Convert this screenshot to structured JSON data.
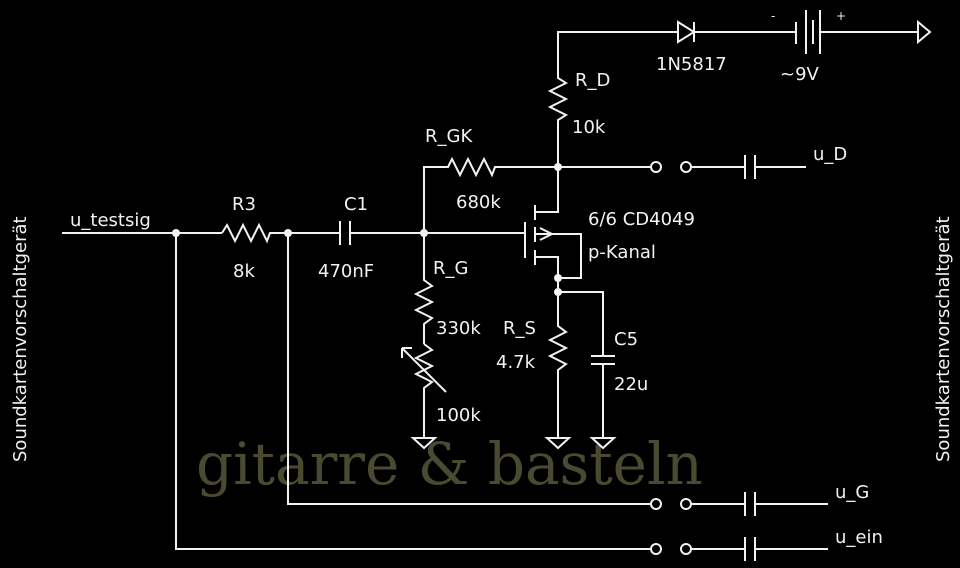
{
  "title": "Soundkartenvorschaltgerät test circuit",
  "watermark": "gitarre & basteln",
  "side_labels": {
    "left": "Soundkartenvorschaltgerät",
    "right": "Soundkartenvorschaltgerät"
  },
  "components": {
    "diode": {
      "name": "1N5817"
    },
    "battery": {
      "value": "~9V",
      "minus": "-",
      "plus": "+"
    },
    "r_d": {
      "name": "R_D",
      "value": "10k"
    },
    "r_gk": {
      "name": "R_GK",
      "value": "680k"
    },
    "r3": {
      "name": "R3",
      "value": "8k"
    },
    "c1": {
      "name": "C1",
      "value": "470nF"
    },
    "r_g": {
      "name": "R_G",
      "value": "330k"
    },
    "pot": {
      "value": "100k"
    },
    "mosfet": {
      "name": "6/6 CD4049",
      "type": "p-Kanal"
    },
    "r_s": {
      "name": "R_S",
      "value": "4.7k"
    },
    "c5": {
      "name": "C5",
      "value": "22u"
    }
  },
  "signals": {
    "input": "u_testsig",
    "out_d": "u_D",
    "out_g": "u_G",
    "out_ein": "u_ein"
  },
  "colors": {
    "wire": "#f2f2f2",
    "background": "#000000",
    "watermark": "#4a4a30"
  }
}
